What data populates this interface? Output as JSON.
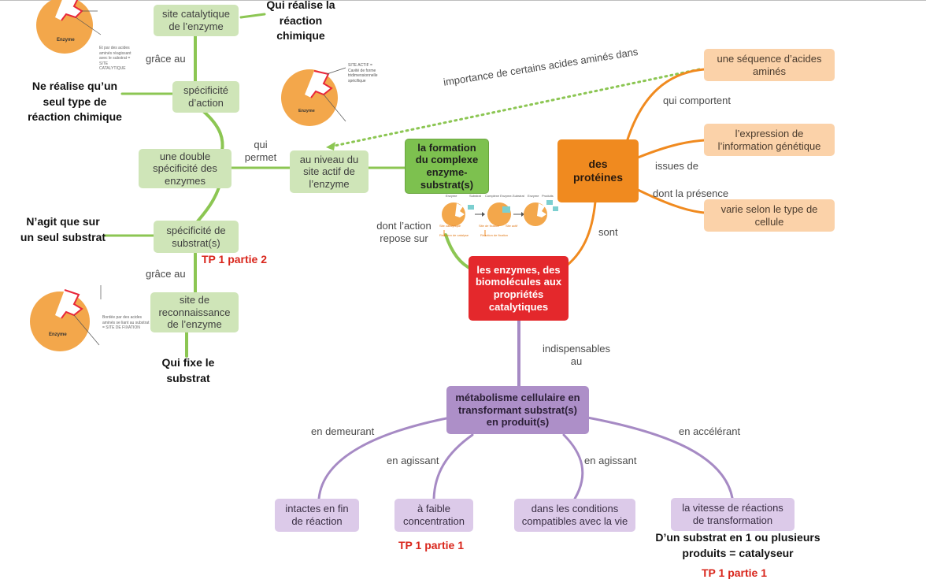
{
  "nodes": {
    "catalytique": "site catalytique de l’enzyme",
    "specificite_action": "spécificité d’action",
    "double_specificite": "une double spécificité des enzymes",
    "specificite_substrat": "spécificité de substrat(s)",
    "reconnaissance": "site de reconnaissance de l’enzyme",
    "niveau_site_actif": "au niveau du site actif de l’enzyme",
    "formation_complexe": "la formation du complexe enzyme-substrat(s)",
    "proteines": "des protéines",
    "sequence": "une séquence d’acides aminés",
    "expression": "l’expression de l’information génétique",
    "varie": "varie selon le type de cellule",
    "enzymes": "les enzymes, des biomolécules aux propriétés catalytiques",
    "metabolisme": "métabolisme cellulaire en transformant substrat(s) en produit(s)",
    "intactes": "intactes en fin de réaction",
    "faible": "à faible concentration",
    "conditions": "dans les conditions compatibles avec la vie",
    "vitesse": "la vitesse de réactions de transformation"
  },
  "labels": {
    "grace_au_1": "grâce au",
    "grace_au_2": "grâce au",
    "qui_permet": "qui permet",
    "importance": "importance de certains acides aminés dans",
    "qui_comportent": "qui comportent",
    "issues_de": "issues de",
    "dont_presence": "dont la présence",
    "dont_action": "dont l’action repose sur",
    "sont": "sont",
    "indispensables": "indispensables au",
    "en_demeurant": "en demeurant",
    "en_agissant_1": "en agissant",
    "en_agissant_2": "en agissant",
    "en_accelerant": "en accélérant"
  },
  "notes": {
    "realise": "Qui réalise la réaction chimique",
    "un_type": "Ne réalise qu’un seul type de réaction chimique",
    "un_substrat": "N’agit que sur un seul substrat",
    "fixe": "Qui fixe le substrat",
    "catalyseur": "D’un substrat en 1 ou plusieurs produits = catalyseur"
  },
  "tp": {
    "tp_partie2": "TP 1 partie 2",
    "tp_partie1_a": "TP 1 partie 1",
    "tp_partie1_b": "TP 1 partie 1"
  },
  "pictures": {
    "enzyme_word": "Enzyme",
    "site_actif_caption": "SITE ACTIF = Cavité de forme tridimensionnelle spécifique",
    "catalytic_caption": "Et par des acides aminés réagissant avec le substrat = SITE CATALYTIQUE",
    "fixation_caption": "Bordée par des acides aminés se liant au substrat = SITE DE FIXATION",
    "reaction_labels": [
      "Enzyme",
      "Substrat",
      "Complexe Enzyme-Substrat",
      "Enzyme",
      "Produits"
    ],
    "reaction_small": [
      "Site catalytique",
      "Site de fixation",
      "Site actif",
      "Réaction de catalyse",
      "Réaction de fixation"
    ]
  },
  "colors": {
    "green": "#8cc653",
    "orange": "#f08a1f",
    "purple": "#a68ac4",
    "enzyme_fill": "#f3a74b",
    "red_line": "#e8273a"
  }
}
